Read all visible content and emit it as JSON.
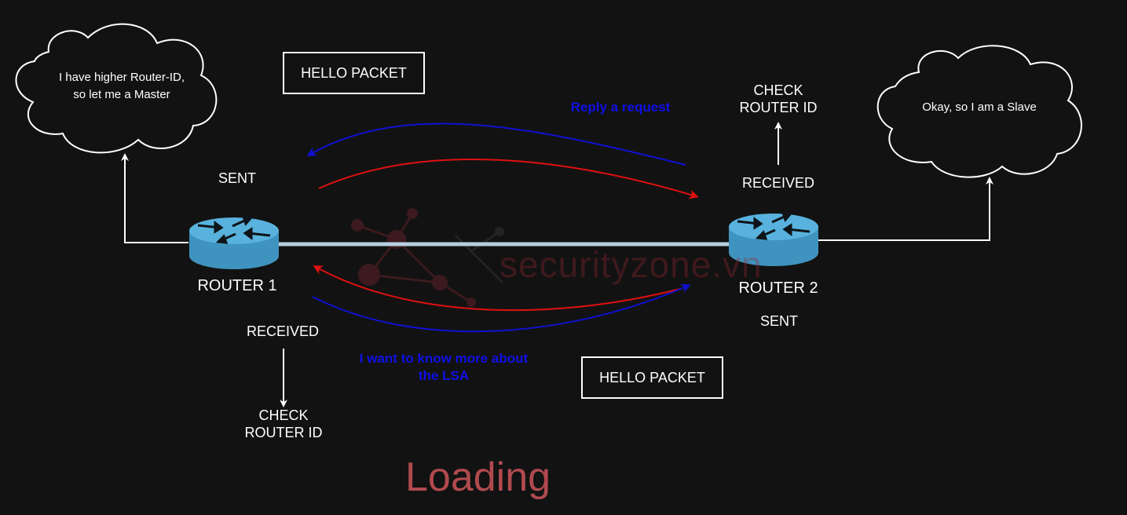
{
  "clouds": {
    "left": {
      "line1": "I have higher Router-ID,",
      "line2": "so let me a Master"
    },
    "right": {
      "text": "Okay, so I am a Slave"
    }
  },
  "routers": {
    "r1": {
      "label": "ROUTER 1",
      "top_status": "SENT",
      "bottom_status": "RECEIVED"
    },
    "r2": {
      "label": "ROUTER 2",
      "top_status": "RECEIVED",
      "bottom_status": "SENT"
    }
  },
  "check_top": {
    "line1": "CHECK",
    "line2": "ROUTER ID"
  },
  "check_bottom": {
    "line1": "CHECK",
    "line2": "ROUTER ID"
  },
  "hello_boxes": {
    "top": "HELLO PACKET",
    "bottom": "HELLO PACKET"
  },
  "notes": {
    "reply": "Reply a request",
    "want_line1": "I want to know more about",
    "want_line2": "the LSA"
  },
  "watermark": "securityzone.vn",
  "loading": "Loading",
  "colors": {
    "background": "#121212",
    "request_arrow": "#e01010",
    "reply_arrow": "#1010d0",
    "router_body": "#4fa9d6",
    "link": "#b8cfe0"
  }
}
